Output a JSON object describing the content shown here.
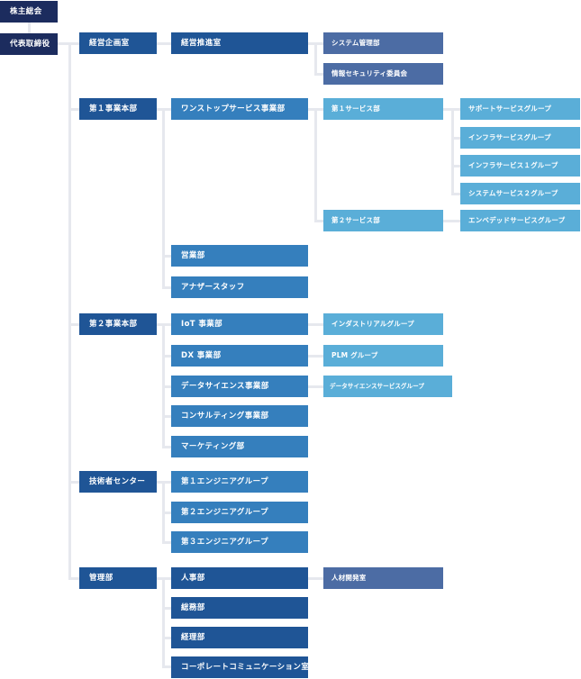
{
  "top": {
    "shareholders": "株主総会",
    "ceo": "代表取締役"
  },
  "divisions": [
    "経営企画室",
    "第１事業本部",
    "第２事業本部",
    "技術者センター",
    "管理部"
  ],
  "departments": {
    "planning": "経営推進室",
    "one_stop": "ワンストップサービス事業部",
    "sales": "営業部",
    "another_staff": "アナザースタッフ",
    "iot": "IoT 事業部",
    "dx": "DX 事業部",
    "data_science": "データサイエンス事業部",
    "consulting": "コンサルティング事業部",
    "marketing": "マーケティング部",
    "eng1": "第１エンジニアグループ",
    "eng2": "第２エンジニアグループ",
    "eng3": "第３エンジニアグループ",
    "hr": "人事部",
    "general_affairs": "総務部",
    "accounting": "経理部",
    "corp_comm": "コーポレートコミュニケーション室"
  },
  "units": {
    "system_mgmt": "システム管理部",
    "info_security": "情報セキュリティ委員会",
    "service1": "第１サービス部",
    "service2": "第２サービス部",
    "industrial": "インダストリアルグループ",
    "plm": "PLM グループ",
    "ds_service": "データサイエンスサービスグループ",
    "hr_dev": "人材開発室"
  },
  "groups": {
    "support": "サポートサービスグループ",
    "infra": "インフラサービスグループ",
    "infra1": "インフラサービス１グループ",
    "system2": "システムサービス２グループ",
    "embedded": "エンベデッドサービスグループ"
  },
  "colors": {
    "top": "#1c2c5e",
    "division": "#1f5596",
    "department": "#357fbd",
    "committee": "#4c6ca4",
    "unit": "#5aaed8",
    "connector": "#e6e8ee"
  }
}
